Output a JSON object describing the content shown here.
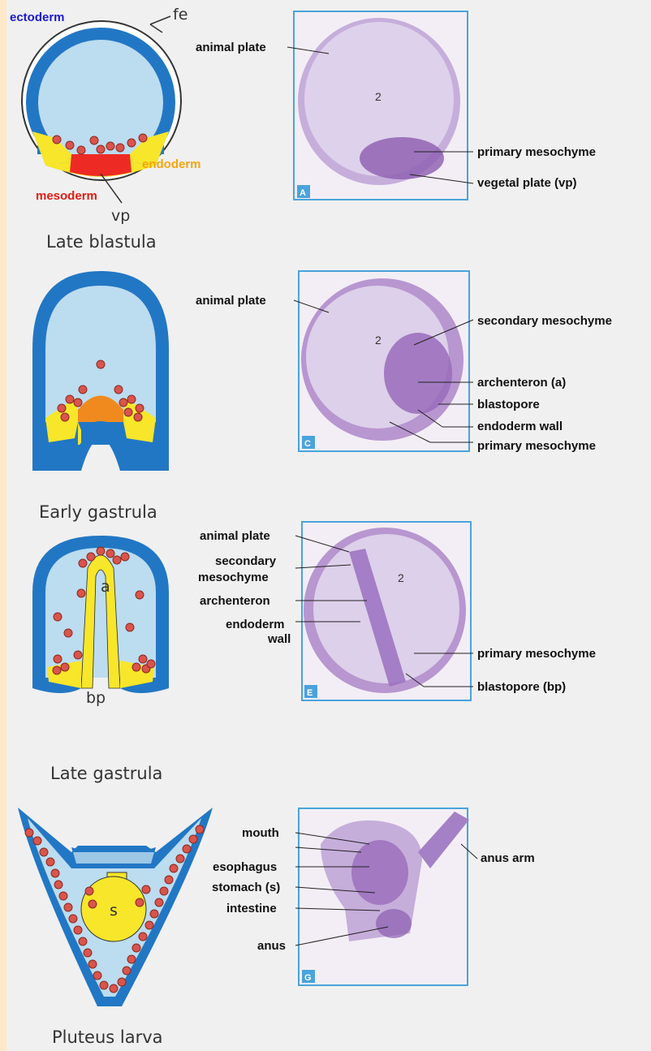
{
  "colors": {
    "background": "#fde8c8",
    "panel": "#f0f0f0",
    "ectoderm": "#2277c4",
    "blastocoel": "#bcdcf0",
    "endoderm": "#f7e62a",
    "mesoderm": "#ee2a24",
    "mesoderm_orange": "#f08a1e",
    "cell": "#d9544c",
    "embryo": "#b08ac8",
    "photo_border": "#4aa3dc"
  },
  "stages": {
    "late_blastula": {
      "caption": "Late blastula",
      "germ_labels": {
        "ectoderm": "ectoderm",
        "endoderm": "endoderm",
        "mesoderm": "mesoderm"
      },
      "letters": {
        "fe": "fe",
        "vp": "vp"
      },
      "photo_tag": "A",
      "photo_number": "2",
      "labels": {
        "animal_plate": "animal plate",
        "primary_mesochyme": "primary mesochyme",
        "vegetal_plate": "vegetal plate (vp)"
      }
    },
    "early_gastrula": {
      "caption": "Early gastrula",
      "photo_tag": "C",
      "photo_number": "2",
      "labels": {
        "animal_plate": "animal plate",
        "secondary_mesochyme": "secondary mesochyme",
        "archenteron": "archenteron (a)",
        "blastopore": "blastopore",
        "endoderm_wall": "endoderm wall",
        "primary_mesochyme": "primary mesochyme"
      }
    },
    "late_gastrula": {
      "caption": "Late gastrula",
      "letters": {
        "a": "a",
        "bp": "bp"
      },
      "photo_tag": "E",
      "photo_number": "2",
      "labels": {
        "animal_plate": "animal plate",
        "secondary": "secondary",
        "mesochyme": "mesochyme",
        "archenteron": "archenteron",
        "endoderm": "endoderm",
        "wall": "wall",
        "primary_mesochyme": "primary mesochyme",
        "blastopore": "blastopore (bp)"
      }
    },
    "pluteus_larva": {
      "caption": "Pluteus larva",
      "letters": {
        "s": "s"
      },
      "photo_tag": "G",
      "labels": {
        "mouth": "mouth",
        "esophagus": "esophagus",
        "stomach": "stomach (s)",
        "intestine": "intestine",
        "anus": "anus",
        "anus_arm": "anus arm"
      }
    }
  }
}
